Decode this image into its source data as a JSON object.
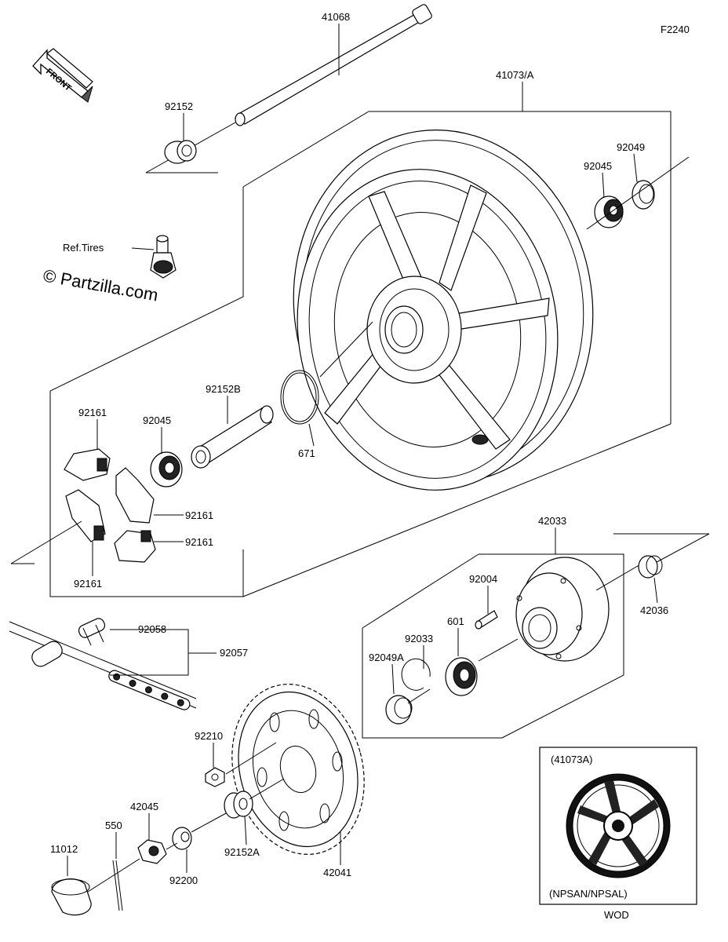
{
  "diagram": {
    "figure_code": "F2240",
    "front_label": "FRONT",
    "watermark": "© Partzilla.com",
    "ref_label": "Ref.Tires",
    "callouts": {
      "p41068": "41068",
      "p41073a": "41073/A",
      "p92152_top": "92152",
      "p92049_top": "92049",
      "p92045_top": "92045",
      "p92152b": "92152B",
      "p671": "671",
      "p92161_a": "92161",
      "p92045_mid": "92045",
      "p92161_b": "92161",
      "p92161_c": "92161",
      "p92161_d": "92161",
      "p42033": "42033",
      "p42036": "42036",
      "p92004": "92004",
      "p601": "601",
      "p92033": "92033",
      "p92049a": "92049A",
      "p92058": "92058",
      "p92057": "92057",
      "p92210": "92210",
      "p42045": "42045",
      "p550": "550",
      "p11012": "11012",
      "p92200": "92200",
      "p92152a": "92152A",
      "p42041": "42041"
    },
    "inset": {
      "label_top": "(41073A)",
      "label_bottom": "(NPSAN/NPSAL)",
      "footer": "WOD"
    }
  }
}
